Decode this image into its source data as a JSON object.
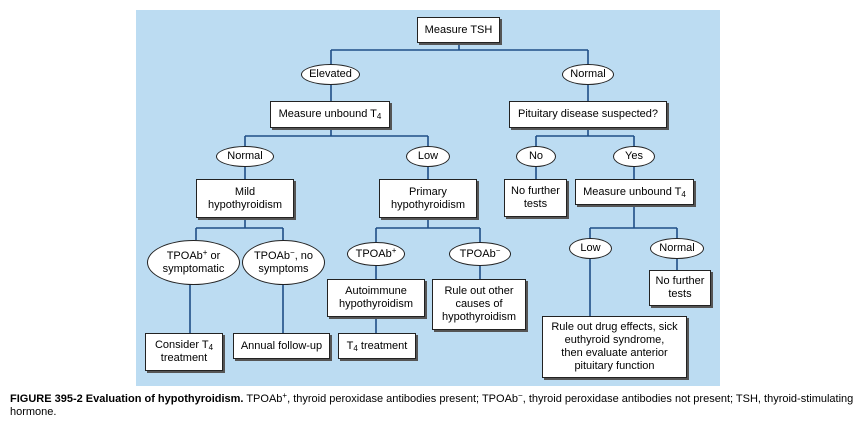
{
  "nodes": {
    "measure_tsh": "Measure TSH",
    "elevated": "Elevated",
    "normal_top": "Normal",
    "measure_unbound_t4_left": "Measure unbound T",
    "t4_sub": "4",
    "pituitary_disease": "Pituitary disease suspected?",
    "normal_mid": "Normal",
    "low_mid": "Low",
    "no": "No",
    "yes": "Yes",
    "mild_hypothyroidism": "Mild\nhypothyroidism",
    "primary_hypothyroidism": "Primary\nhypothyroidism",
    "no_further_tests_1": "No further\ntests",
    "measure_unbound_t4_right": "Measure unbound T",
    "tpoab_pos_symptomatic_a": "TPOAb",
    "tpoab_pos_symptomatic_b": " or\nsymptomatic",
    "tpoab_neg_no_symptoms_a": "TPOAb",
    "tpoab_neg_no_symptoms_b": ", no\nsymptoms",
    "tpoab_pos": "TPOAb",
    "tpoab_neg": "TPOAb",
    "sup_plus": "+",
    "sup_minus": "−",
    "low_right": "Low",
    "normal_right": "Normal",
    "autoimmune_hypothyroidism": "Autoimmune\nhypothyroidism",
    "rule_out_other": "Rule out other\ncauses of\nhypothyroidism",
    "no_further_tests_2": "No further\ntests",
    "consider_t4_a": "Consider T",
    "consider_t4_b": "\ntreatment",
    "annual_follow_up": "Annual follow-up",
    "t4_treatment_b": " treatment",
    "rule_out_drug_effects": "Rule out drug effects, sick\neuthyroid syndrome,\nthen evaluate anterior\npituitary function"
  },
  "caption": {
    "label": "FIGURE 395-2  Evaluation of hypothyroidism.",
    "text_a": " TPOAb",
    "text_b": ", thyroid peroxidase antibodies present; TPOAb",
    "text_c": ", thyroid peroxidase antibodies not present; TSH, thyroid-stimulating hormone.",
    "sup_plus": "+",
    "sup_minus": "−"
  },
  "colors": {
    "panel": "#bcdcf2",
    "line": "#1f4e87",
    "box_border": "#222222"
  }
}
